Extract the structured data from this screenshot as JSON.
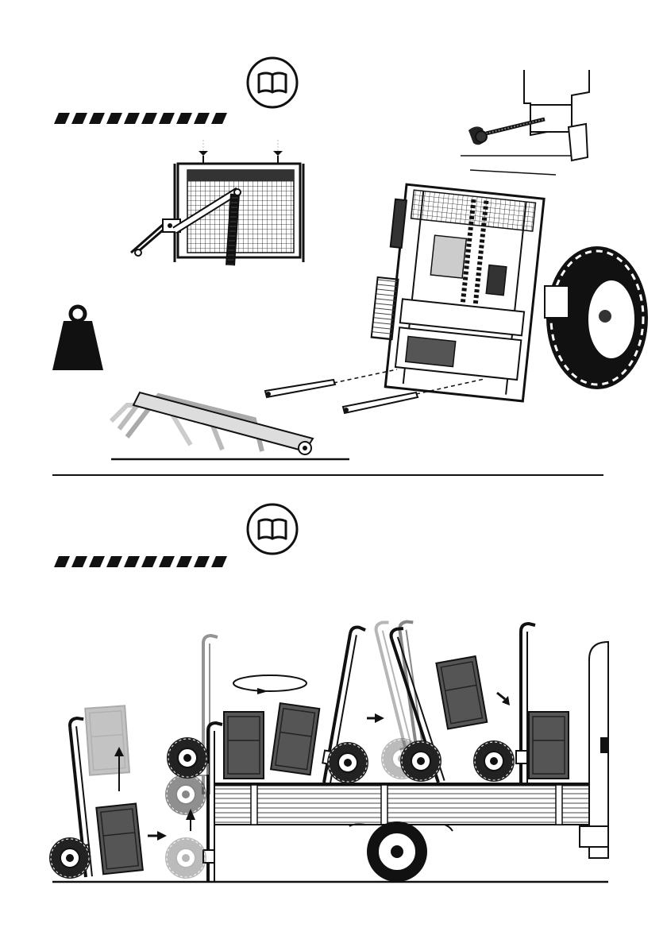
{
  "document": {
    "kind": "assembly-instruction-sheet",
    "text_labels": []
  },
  "panels": [
    {
      "id": "top",
      "icons": [
        "manual-book-icon",
        "warning-stripe-icon",
        "weight-icon"
      ],
      "views": [
        "cage-frame-with-wing-nuts",
        "threaded-rod-with-wing-knob",
        "stair-climber-tilted-with-wheel",
        "ramp-rails-folding",
        "ramp-pieces-dashed-insert"
      ]
    },
    {
      "id": "bottom",
      "icons": [
        "manual-book-icon",
        "warning-stripe-icon"
      ],
      "sequence": [
        "lift-load-from-ground",
        "raise-to-truck-bed",
        "rotate-on-bed",
        "tilt-forward",
        "final-position"
      ],
      "arrows": [
        "up",
        "right",
        "up",
        "rotate",
        "right",
        "down-right"
      ]
    }
  ],
  "colors": {
    "ink": "#111111",
    "box_fill": "#555555",
    "ghost": "#bdbdbd",
    "tire": "#222222",
    "background": "#ffffff"
  }
}
